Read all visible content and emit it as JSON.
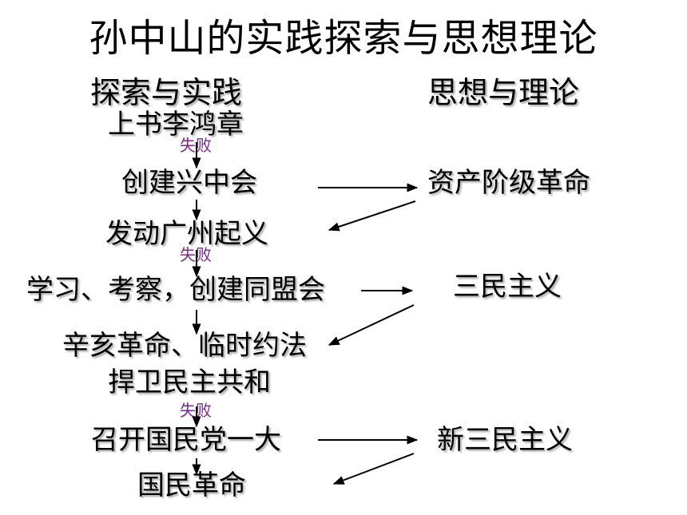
{
  "title": "孙中山的实践探索与思想理论",
  "headers": {
    "practice": "探索与实践",
    "theory": "思想与理论"
  },
  "practice_steps": [
    "上书李鸿章",
    "创建兴中会",
    "发动广州起义",
    "学习、考察，创建同盟会",
    "辛亥革命、临时约法",
    "捍卫民主共和",
    "召开国民党一大",
    "国民革命"
  ],
  "failure_labels": [
    "失败",
    "失败",
    "失败"
  ],
  "theories": [
    "资产阶级革命",
    "三民主义",
    "新三民主义"
  ],
  "colors": {
    "text": "#000000",
    "failure": "#7a2a8c",
    "arrow": "#000000"
  }
}
